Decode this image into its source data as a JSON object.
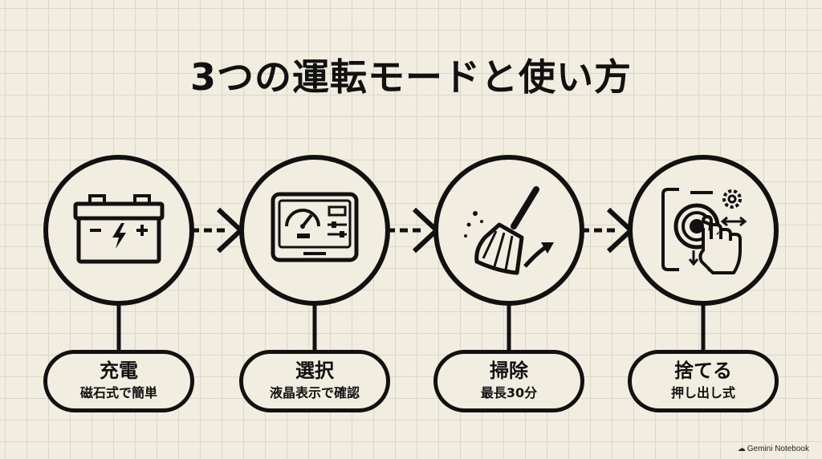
{
  "title": "3つの運転モードと使い方",
  "steps": [
    {
      "icon": "battery-icon",
      "title": "充電",
      "subtitle": "磁石式で簡単"
    },
    {
      "icon": "control-panel-icon",
      "title": "選択",
      "subtitle": "液晶表示で確認"
    },
    {
      "icon": "broom-icon",
      "title": "掃除",
      "subtitle": "最長30分"
    },
    {
      "icon": "push-button-icon",
      "title": "捨てる",
      "subtitle": "押し出し式"
    }
  ],
  "watermark": "Gemini Notebook",
  "colors": {
    "background": "#f2ede1",
    "grid": "#dcd6c8",
    "ink": "#111111"
  }
}
